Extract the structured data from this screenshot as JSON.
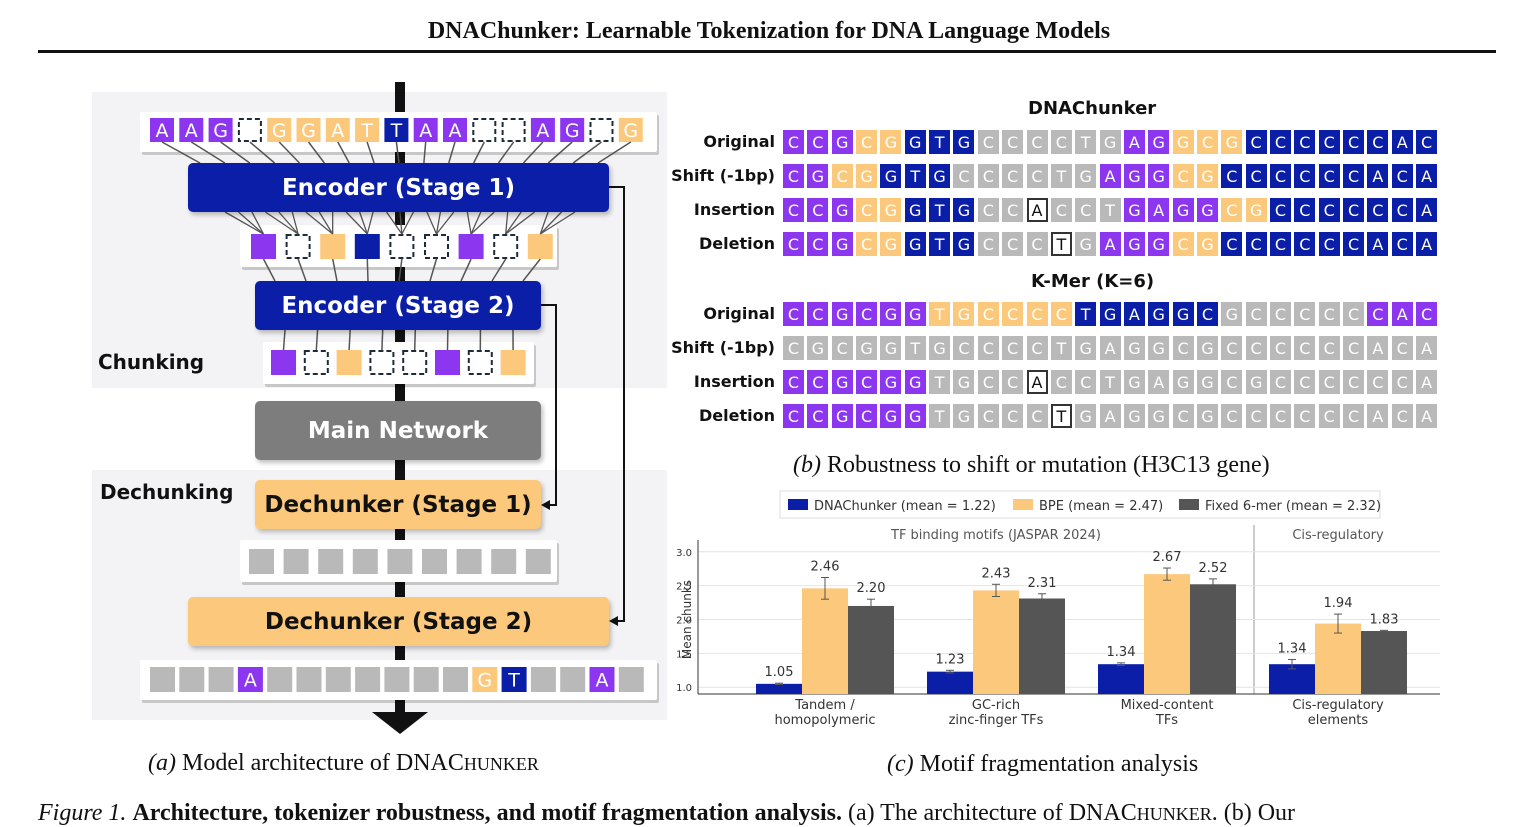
{
  "header": {
    "title": "DNAChunker: Learnable Tokenization for DNA Language Models"
  },
  "colors": {
    "purple": "#8d36f0",
    "orange": "#fcc97c",
    "navy": "#0a1ea7",
    "gray": "#b9b9b9",
    "main": "#7d7d7d"
  },
  "panel_a": {
    "input_seq": [
      "A",
      "A",
      "G",
      "",
      "G",
      "G",
      "A",
      "T",
      "T",
      "A",
      "A",
      "",
      "",
      "A",
      "G",
      "",
      "G"
    ],
    "input_types": [
      "P",
      "P",
      "P",
      "D",
      "O",
      "O",
      "O",
      "O",
      "N",
      "P",
      "P",
      "D",
      "D",
      "P",
      "P",
      "D",
      "O"
    ],
    "stage1_types": [
      "P",
      "D",
      "O",
      "N",
      "D",
      "D",
      "P",
      "D",
      "O"
    ],
    "stage2_types": [
      "P",
      "D",
      "O",
      "D",
      "D",
      "P",
      "D",
      "O"
    ],
    "dechunk1_types": [
      "G",
      "G",
      "G",
      "G",
      "G",
      "G",
      "G",
      "G",
      "G"
    ],
    "output_seq": [
      "",
      "",
      "",
      "A",
      "",
      "",
      "",
      "",
      "",
      "",
      "",
      "G",
      "T",
      "",
      "",
      "A",
      ""
    ],
    "output_types": [
      "G",
      "G",
      "G",
      "P",
      "G",
      "G",
      "G",
      "G",
      "G",
      "G",
      "G",
      "O",
      "N",
      "G",
      "G",
      "P",
      "G"
    ],
    "encoder1": "Encoder (Stage 1)",
    "encoder2": "Encoder (Stage 2)",
    "main_network": "Main Network",
    "dechunker1": "Dechunker (Stage 1)",
    "dechunker2": "Dechunker (Stage 2)",
    "chunking_label": "Chunking",
    "dechunking_label": "Dechunking",
    "caption_prefix": "(a)",
    "caption_text": "Model architecture of DNAC",
    "caption_sc": "HUNKER"
  },
  "panel_b": {
    "title_dnachunker": "DNAChunker",
    "title_kmer": "K-Mer (K=6)",
    "caption_prefix": "(b)",
    "caption_text": "Robustness to shift or mutation (H3C13 gene)",
    "dna_rows": [
      {
        "label": "Original",
        "seq": "CCGCGGTGCCCCTGAGGCGCCCCCCAC",
        "types": "PPPOONNNGGGGGGPPOOONNNNNNNN",
        "box": -1
      },
      {
        "label": "Shift (-1bp)",
        "seq": "CGCGGTGCCCCTGAGGCGCCCCCCACA",
        "types": "PPOONNNGGGGGGPPPOONNNNNNNNN",
        "box": -1
      },
      {
        "label": "Insertion",
        "seq": "CCGCGGTGCCACCTGAGGCGCCCCCCA",
        "types": "PPPOONNNGGGGGGPPPPOONNNNNNN",
        "box": 10
      },
      {
        "label": "Deletion",
        "seq": "CCGCGGTGCCCTGAGGCGCCCCCCACA",
        "types": "PPPOONNNGGGGGPPPOONNNNNNNNN",
        "box": 11
      }
    ],
    "kmer_rows": [
      {
        "label": "Original",
        "seq": "CCGCGGTGCCCCTGAGGCGCCCCCCAC",
        "types": "PPPPPPOOOOOONNNNNNGGGGGGPPP",
        "box": -1
      },
      {
        "label": "Shift (-1bp)",
        "seq": "CGCGGTGCCCCTGAGGCGCCCCCCACA",
        "types": "GGGGGGGGGGGGGGGGGGGGGGGGGGG",
        "box": -1
      },
      {
        "label": "Insertion",
        "seq": "CCGCGGTGCCACCTGAGGCGCCCCCCA",
        "types": "PPPPPPGGGGGGGGGGGGGGGGGGGGG",
        "box": 10
      },
      {
        "label": "Deletion",
        "seq": "CCGCGGTGCCCTGAGGCGCCCCCCACA",
        "types": "PPPPPPGGGGGGGGGGGGGGGGGGGGG",
        "box": 11
      }
    ]
  },
  "panel_c": {
    "caption_prefix": "(c)",
    "caption_text": "Motif fragmentation analysis",
    "section_titles": [
      "TF binding motifs (JASPAR 2024)",
      "Cis-regulatory"
    ]
  },
  "chart_data": {
    "type": "bar",
    "ylabel": "Mean chunks",
    "ylim": [
      0.9,
      3.1
    ],
    "yticks": [
      "1.0",
      "1.5",
      "2.0",
      "2.5",
      "3.0"
    ],
    "categories": [
      "Tandem / homopolymeric",
      "GC-rich zinc-finger TFs",
      "Mixed-content TFs",
      "Cis-regulatory elements"
    ],
    "category_lines": [
      [
        "Tandem /",
        "homopolymeric"
      ],
      [
        "GC-rich",
        "zinc-finger TFs"
      ],
      [
        "Mixed-content",
        "TFs"
      ],
      [
        "Cis-regulatory",
        "elements"
      ]
    ],
    "series": [
      {
        "name": "DNAChunker  (mean = 1.22)",
        "color": "#0a1ea7",
        "values": [
          1.05,
          1.23,
          1.34,
          1.34
        ],
        "errors": [
          0.01,
          0.02,
          0.02,
          0.07
        ],
        "labels": [
          "1.05",
          "1.23",
          "1.34",
          "1.34"
        ]
      },
      {
        "name": "BPE  (mean = 2.47)",
        "color": "#fcc97c",
        "values": [
          2.46,
          2.43,
          2.67,
          1.94
        ],
        "errors": [
          0.16,
          0.09,
          0.09,
          0.14
        ],
        "labels": [
          "2.46",
          "2.43",
          "2.67",
          "1.94"
        ]
      },
      {
        "name": "Fixed 6-mer  (mean = 2.32)",
        "color": "#555555",
        "values": [
          2.2,
          2.31,
          2.52,
          1.83
        ],
        "errors": [
          0.1,
          0.07,
          0.08,
          0.01
        ],
        "labels": [
          "2.20",
          "2.31",
          "2.52",
          "1.83"
        ]
      }
    ],
    "legend_position": "top",
    "grid": true
  },
  "figure_caption": {
    "label": "Figure 1.",
    "bold": "Architecture, tokenizer robustness, and motif fragmentation analysis.",
    "rest_a": "(a) The architecture of DNAC",
    "rest_sc": "HUNKER",
    "rest_b": ". (b) Our"
  }
}
